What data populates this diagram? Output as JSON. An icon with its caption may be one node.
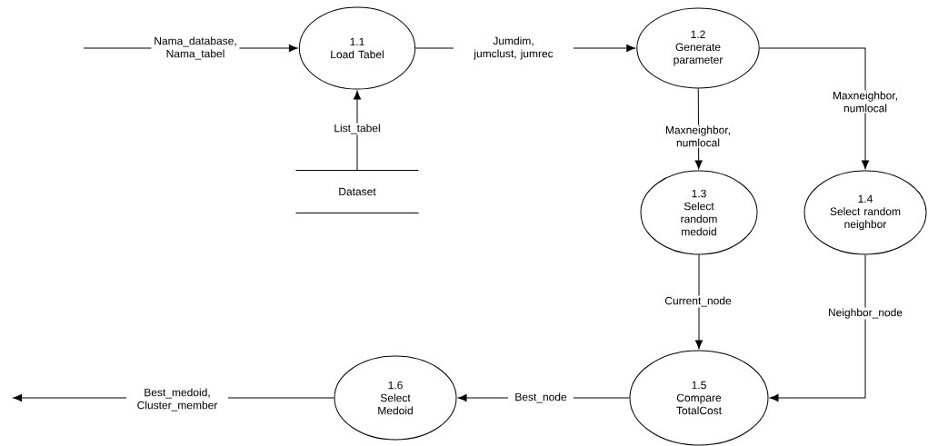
{
  "diagram": {
    "nodes": [
      {
        "text": [
          "1.1",
          "Load Tabel"
        ]
      },
      {
        "text": [
          "1.2",
          "Generate parameter"
        ]
      },
      {
        "text": [
          "1.3",
          "Select random medoid"
        ]
      },
      {
        "text": [
          "1.4",
          "Select random neighbor"
        ]
      },
      {
        "text": [
          "1.5",
          "Compare TotalCost"
        ]
      },
      {
        "text": [
          "1.6",
          "Select Medoid"
        ]
      },
      {
        "text": [
          "Dataset"
        ]
      }
    ],
    "edges": [
      {
        "from": null,
        "to": 0,
        "arrow": "to",
        "label": "Nama_database, Nama_tabel"
      },
      {
        "from": 6,
        "to": 0,
        "arrow": "to",
        "label": "List_tabel"
      },
      {
        "from": 0,
        "to": 1,
        "arrow": "to",
        "label": "Jumdim, jumclust, jumrec"
      },
      {
        "from": 1,
        "to": 2,
        "arrow": "to",
        "label": "Maxneighbor, numlocal"
      },
      {
        "from": 1,
        "to": 3,
        "arrow": "to",
        "label": "Maxneighbor, numlocal"
      },
      {
        "from": 2,
        "to": 4,
        "arrow": "to",
        "label": "Current_node"
      },
      {
        "from": 3,
        "to": 4,
        "arrow": "to",
        "label": "Neighbor_node"
      },
      {
        "from": 4,
        "to": 5,
        "arrow": "to",
        "label": "Best_node"
      },
      {
        "from": 5,
        "to": null,
        "arrow": "to",
        "label": "Best_medoid, Cluster_member"
      }
    ]
  }
}
